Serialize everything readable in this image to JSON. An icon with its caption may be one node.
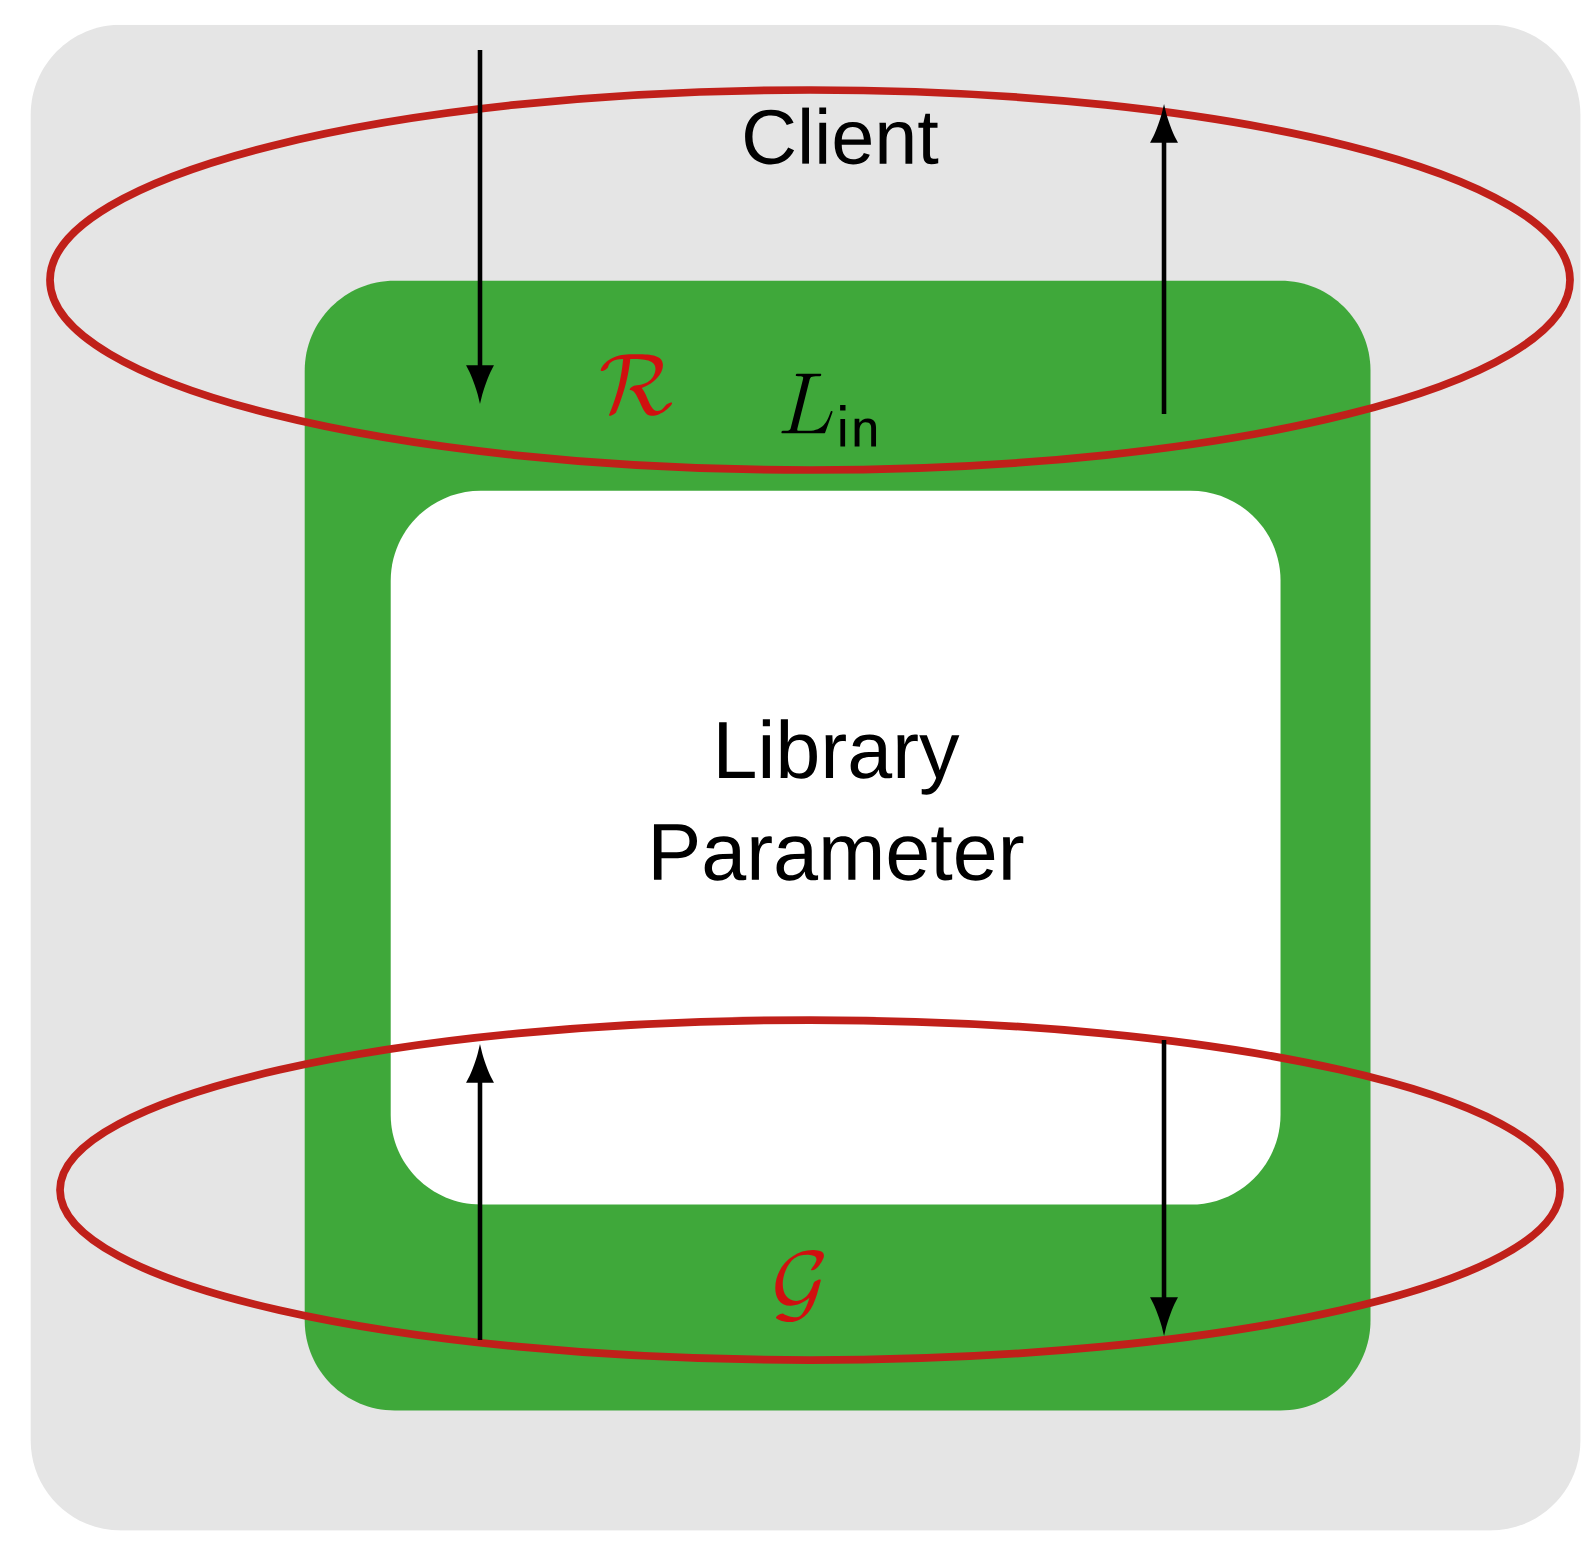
{
  "diagram": {
    "nodes": [
      {
        "text": [
          "Client"
        ]
      },
      {
        "text": [
          "L_{\\mathsf{in}}"
        ],
        "in": 0
      },
      {
        "text": [
          "Library Parameter"
        ],
        "in": 1
      }
    ],
    "labels": [
      "\\mathcal{R}",
      "\\mathcal{G}"
    ]
  }
}
